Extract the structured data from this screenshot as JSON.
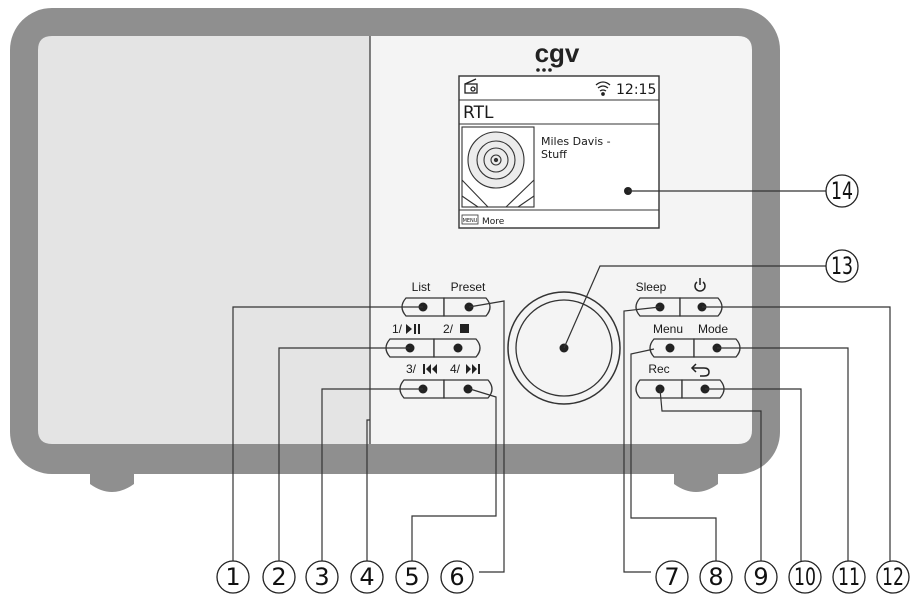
{
  "brand": {
    "logo_text": "cgv"
  },
  "screen": {
    "time": "12:15",
    "station": "RTL",
    "track": [
      "Miles Davis -",
      "Stuff"
    ],
    "menu_key": "MENU",
    "menu_hint": "More"
  },
  "buttons": {
    "list": "List",
    "preset": "Preset",
    "key1": "1/",
    "key2": "2/",
    "key3": "3/",
    "key4": "4/",
    "sleep": "Sleep",
    "menu": "Menu",
    "mode": "Mode",
    "rec": "Rec"
  },
  "callouts": {
    "c1": "1",
    "c2": "2",
    "c3": "3",
    "c4": "4",
    "c5": "5",
    "c6": "6",
    "c7": "7",
    "c8": "8",
    "c9": "9",
    "c10": "10",
    "c11": "11",
    "c12": "12",
    "c13": "13",
    "c14": "14"
  },
  "colors": {
    "frame": "#8f8f8f",
    "panel_left": "#e4e4e4",
    "panel_right": "#f4f4f4",
    "line": "#333333"
  }
}
